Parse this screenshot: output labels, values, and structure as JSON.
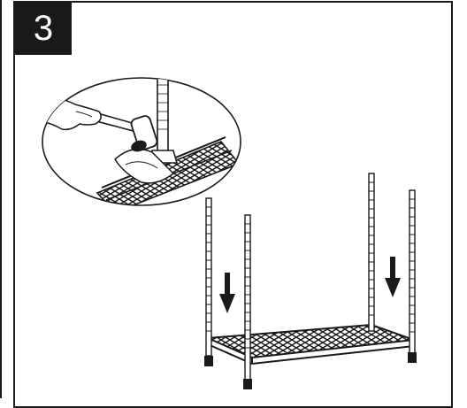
{
  "step": {
    "number": "3"
  },
  "illustration": {
    "inset": "mallet-tapping-post-into-shelf-collar-with-cloth",
    "main": "shelf-with-four-poles-inserted-downward",
    "arrows": [
      "down-arrow",
      "down-arrow"
    ]
  },
  "colors": {
    "ink": "#1a1a1a",
    "paper": "#ffffff"
  }
}
